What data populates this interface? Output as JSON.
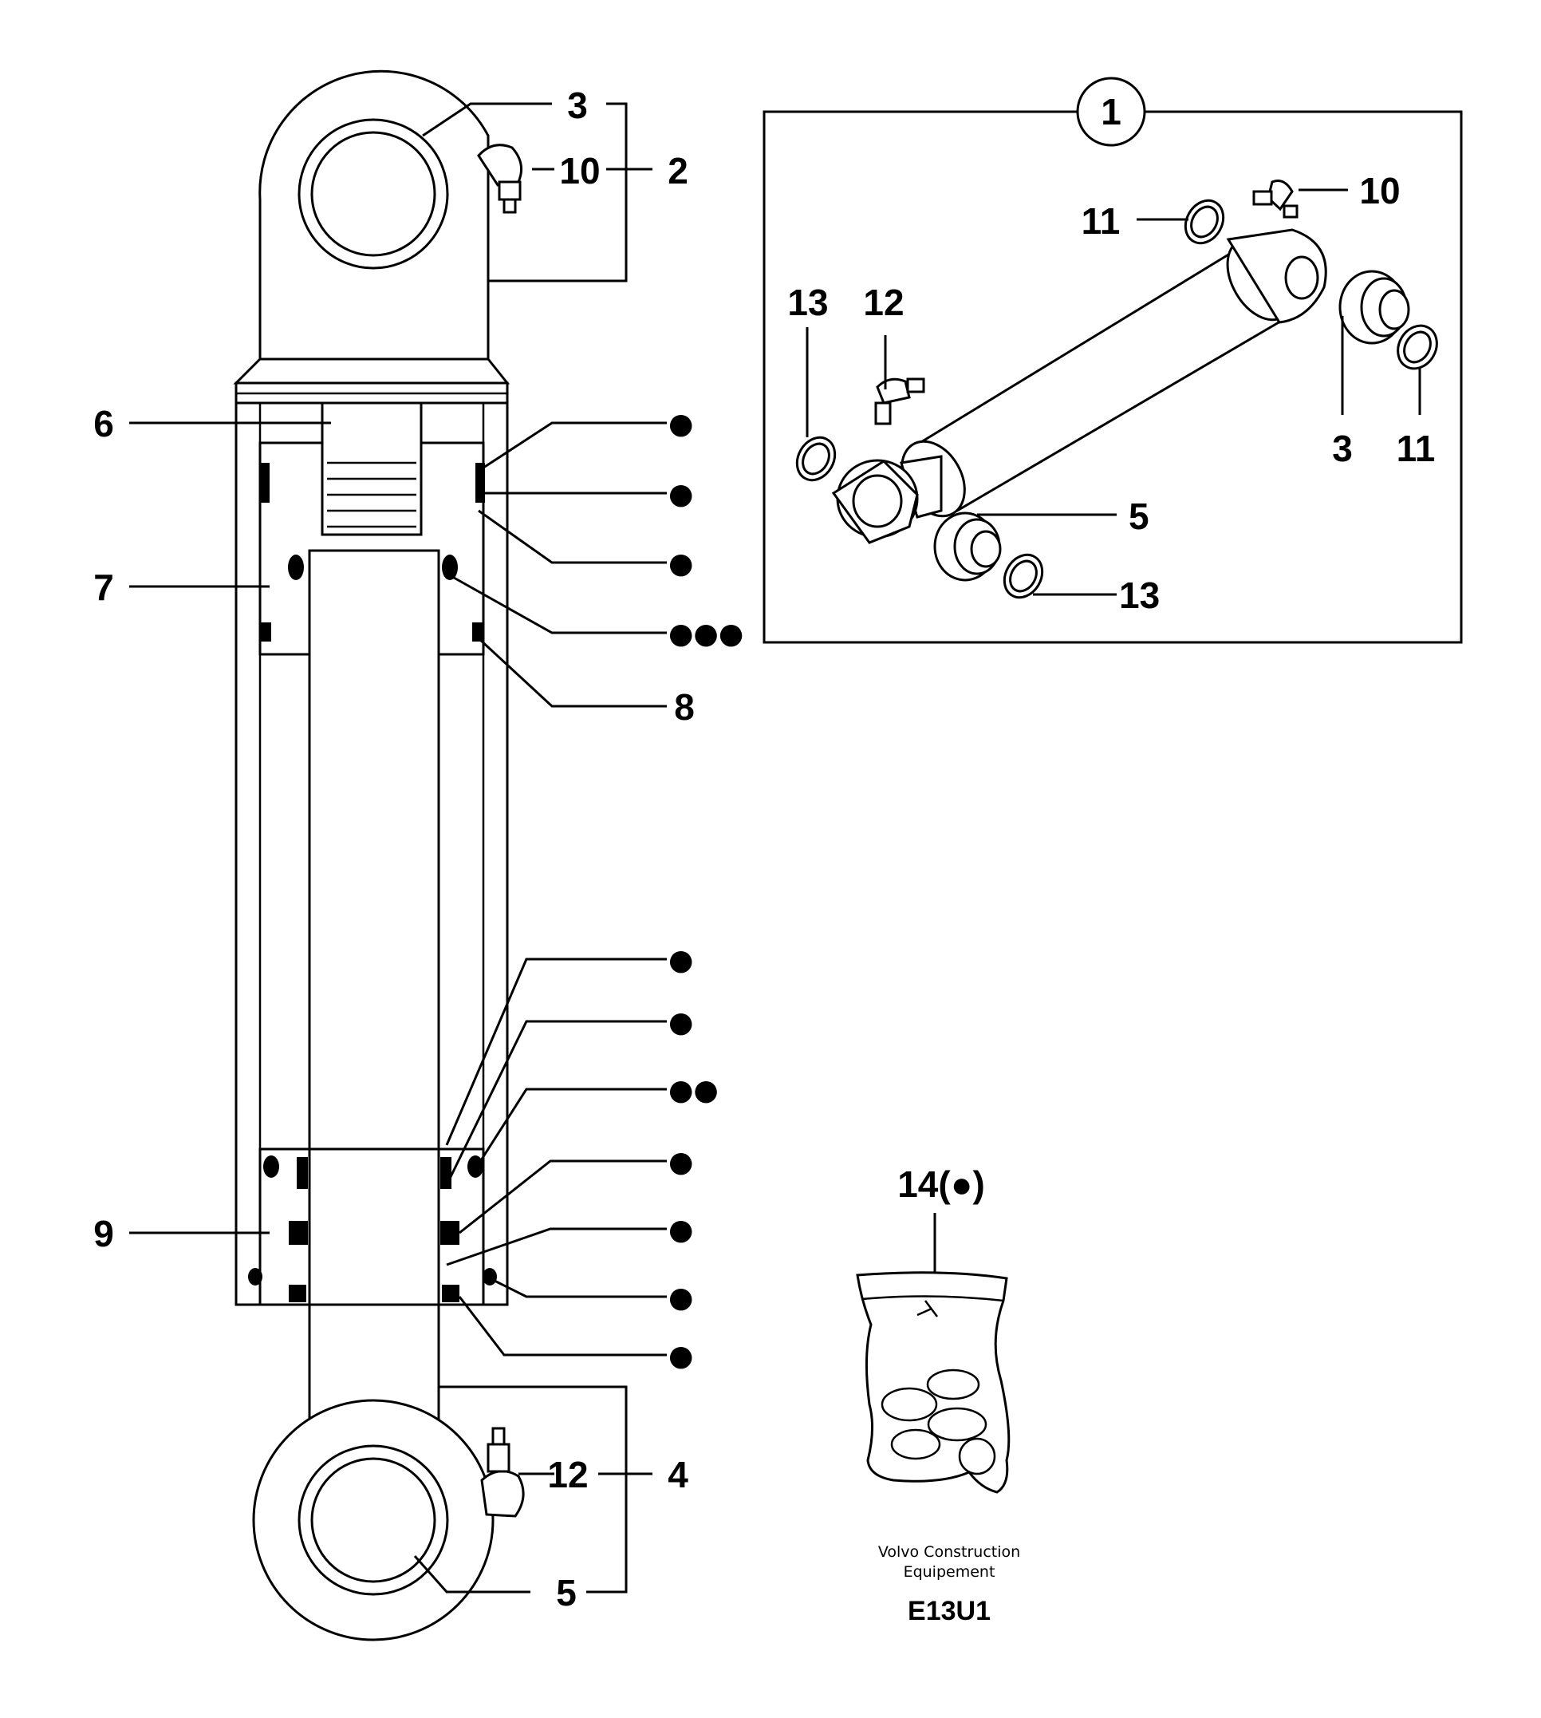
{
  "callouts": {
    "c1": "1",
    "c2": "2",
    "c3_top": "3",
    "c4": "4",
    "c5_bottom": "5",
    "c6": "6",
    "c7": "7",
    "c8": "8",
    "c9": "9",
    "c10_main": "10",
    "c12_main": "12",
    "inset_10": "10",
    "inset_11_top": "11",
    "inset_13_left": "13",
    "inset_12": "12",
    "inset_3": "3",
    "inset_11_right": "11",
    "inset_5": "5",
    "inset_13_bottom": "13",
    "seal_marker_single": "●",
    "seal_marker_double": "●●",
    "seal_marker_triple": "●●●",
    "kit_label": "14(●)"
  },
  "caption": {
    "line1": "Volvo Construction",
    "line2": "Equipement",
    "code": "E13U1"
  }
}
